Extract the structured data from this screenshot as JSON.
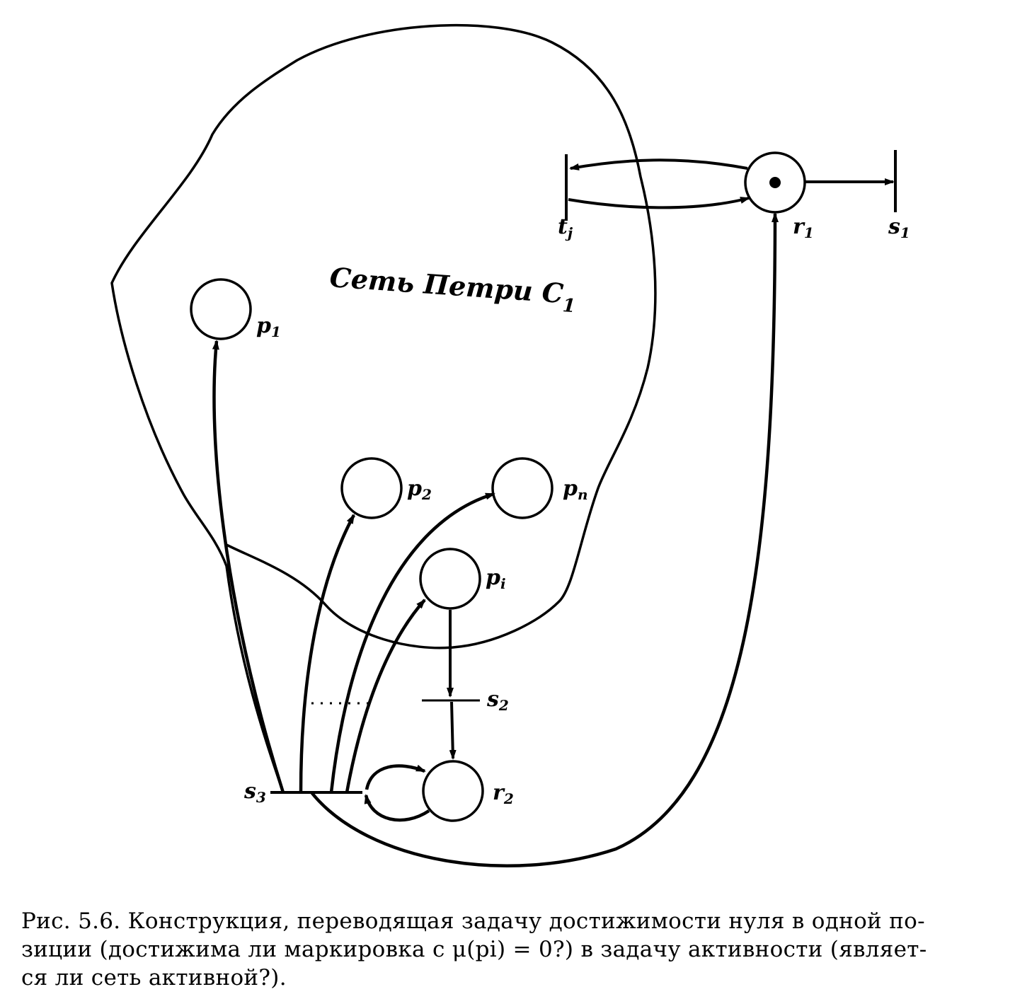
{
  "diagram": {
    "net_label": "Сеть Петри C",
    "net_label_sub": "1",
    "places": {
      "p1": {
        "name": "p",
        "sub": "1"
      },
      "p2": {
        "name": "p",
        "sub": "2"
      },
      "pn": {
        "name": "p",
        "sub": "n"
      },
      "pi": {
        "name": "p",
        "sub": "i"
      },
      "r1": {
        "name": "r",
        "sub": "1"
      },
      "r2": {
        "name": "r",
        "sub": "2"
      }
    },
    "transitions": {
      "tj": {
        "name": "t",
        "sub": "j"
      },
      "s1": {
        "name": "s",
        "sub": "1"
      },
      "s2": {
        "name": "s",
        "sub": "2"
      },
      "s3": {
        "name": "s",
        "sub": "3"
      }
    }
  },
  "caption": {
    "line1": "Рис. 5.6. Конструкция, переводящая задачу достижимости нуля в одной по-",
    "line2": "зиции (достижима ли маркировка с μ(pi) = 0?) в задачу активности (являет-",
    "line3": "ся ли сеть активной?)."
  }
}
